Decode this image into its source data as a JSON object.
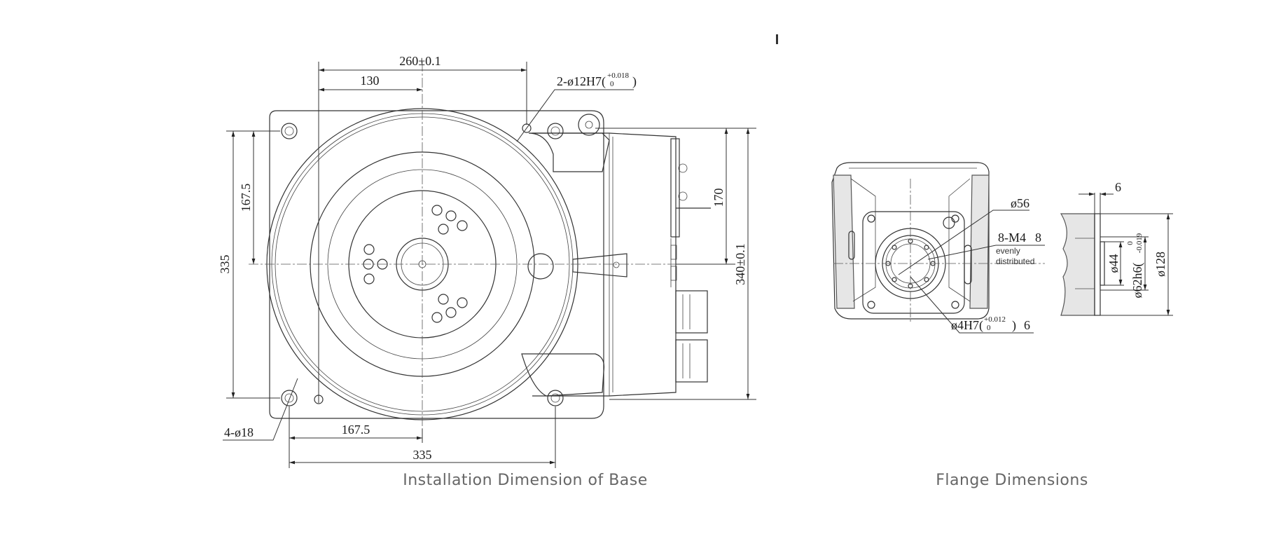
{
  "base_view": {
    "caption": "Installation Dimension of Base",
    "dims": {
      "top_width": "260±0.1",
      "top_half": "130",
      "pin_hole": "2-ø12H7(",
      "pin_tol_upper": "+0.018",
      "pin_tol_lower": "0",
      "left_half": "167.5",
      "left_full": "335",
      "right_170": "170",
      "right_340": "340±0.1",
      "holes": "4-ø18",
      "bottom_half": "167.5",
      "bottom_full": "335"
    }
  },
  "flange_view": {
    "caption": "Flange Dimensions",
    "dims": {
      "d56": "ø56",
      "threads": "8-M4",
      "threads_depth": "8",
      "evenly": "evenly",
      "distributed": "distributed",
      "pin": "ø4H7(",
      "pin_tol_upper": "+0.012",
      "pin_tol_lower": "0",
      "pin_depth": "6",
      "thickness": "6",
      "d44": "ø44",
      "d62": "ø62h6(",
      "d62_tol_upper": "0",
      "d62_tol_lower": "-0.019",
      "d128": "ø128"
    }
  },
  "colors": {
    "line": "#333333",
    "fill": "#e6e6e6",
    "caption": "#666666"
  }
}
